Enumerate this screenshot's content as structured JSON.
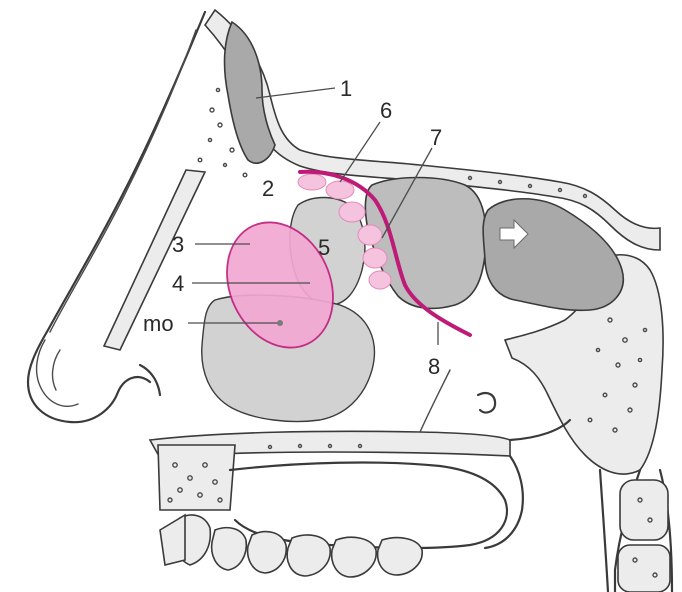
{
  "labels": {
    "l1": "1",
    "l2": "2",
    "l3": "3",
    "l4": "4",
    "l5": "5",
    "l6": "6",
    "l7": "7",
    "l8": "8",
    "mo": "mo"
  },
  "colors": {
    "highlight": "#c01a78",
    "highlight_fill": "#f3a8d2",
    "sinus_gray": "#a9a9a9",
    "turbinate_gray": "#d2d2d2"
  },
  "icons": {
    "sphenoid_arrow": "arrow-right-icon"
  }
}
